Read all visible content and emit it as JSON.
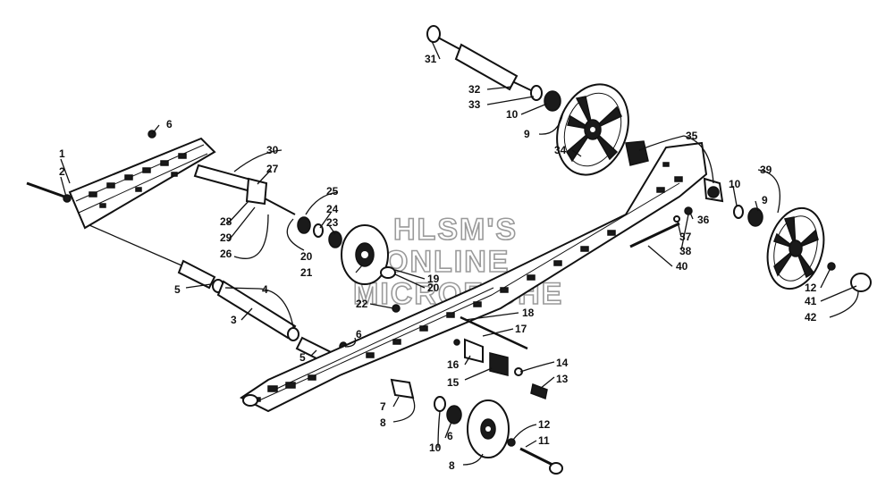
{
  "watermark": {
    "line1": "HLSM'S",
    "line2": "ONLINE",
    "line3": "MICROFICHE"
  },
  "callouts": [
    "1",
    "2",
    "3",
    "4",
    "5",
    "5",
    "6",
    "6",
    "6",
    "7",
    "8",
    "8",
    "9",
    "9",
    "10",
    "10",
    "10",
    "11",
    "12",
    "12",
    "13",
    "14",
    "15",
    "16",
    "17",
    "18",
    "19",
    "20",
    "20",
    "21",
    "22",
    "23",
    "24",
    "25",
    "26",
    "27",
    "28",
    "29",
    "30",
    "31",
    "32",
    "33",
    "34",
    "35",
    "36",
    "37",
    "38",
    "39",
    "40",
    "41",
    "42"
  ]
}
